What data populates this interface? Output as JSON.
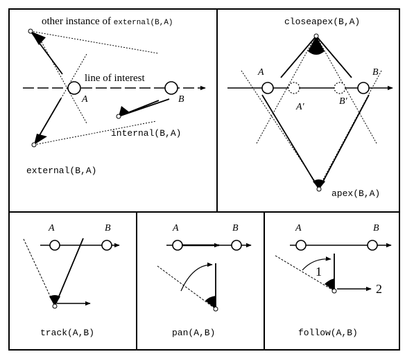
{
  "panels": {
    "external": {
      "title": "other instance of ",
      "title_code": "external(B,A)",
      "line_label": "line of interest",
      "label_a": "A",
      "label_b": "B",
      "internal_label": "internal(B,A)",
      "external_label": "external(B,A)"
    },
    "apex": {
      "closeapex_label": "closeapex(B,A)",
      "apex_label": "apex(B,A)",
      "label_a": "A",
      "label_b": "B",
      "label_a_prime": "A'",
      "label_b_prime": "B'"
    },
    "track": {
      "label_a": "A",
      "label_b": "B",
      "caption": "track(A,B)"
    },
    "pan": {
      "label_a": "A",
      "label_b": "B",
      "caption": "pan(A,B)"
    },
    "follow": {
      "label_a": "A",
      "label_b": "B",
      "step1": "1",
      "step2": "2",
      "caption": "follow(A,B)"
    }
  }
}
